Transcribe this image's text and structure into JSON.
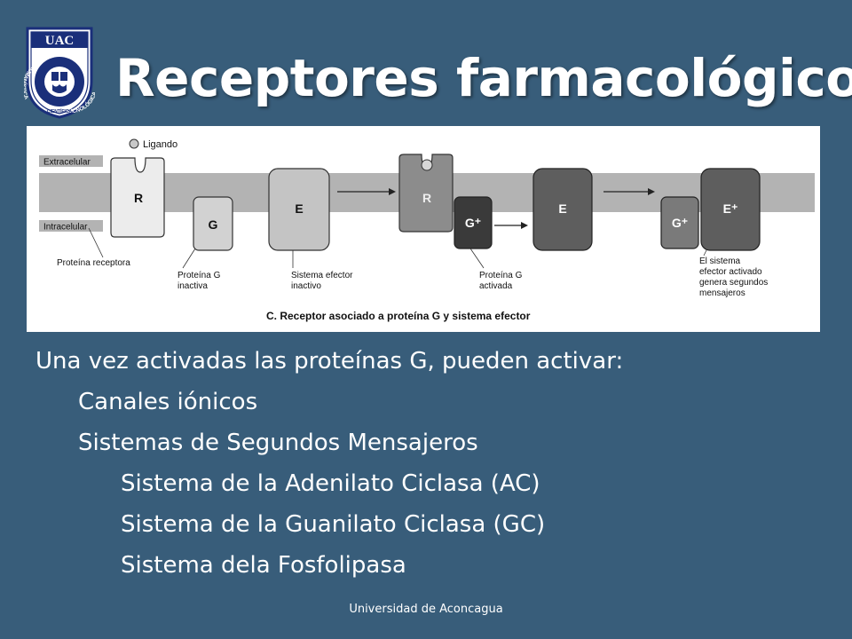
{
  "slide": {
    "title": "Receptores farmacológicos",
    "footer": "Universidad de Aconcagua"
  },
  "logo": {
    "acronym": "UAC",
    "ring_text_left": "HUMANÍSTICA",
    "ring_text_right": "TECNOLÓGICA",
    "ring_text_bottom": "CIENTÍFICA",
    "colors": {
      "primary": "#1a2f7a",
      "background": "#ffffff"
    }
  },
  "figure": {
    "labels": {
      "ligando": "Ligando",
      "extracelular": "Extracelular",
      "intracelular": "Intracelular",
      "proteina_receptora": "Proteína receptora",
      "proteina_g_inactiva_1": "Proteína G",
      "proteina_g_inactiva_2": "inactiva",
      "sistema_efector_inactivo_1": "Sistema efector",
      "sistema_efector_inactivo_2": "inactivo",
      "proteina_g_activada_1": "Proteína G",
      "proteina_g_activada_2": "activada",
      "sistema_activado_1": "El sistema",
      "sistema_activado_2": "efector activado",
      "sistema_activado_3": "genera segundos",
      "sistema_activado_4": "mensajeros",
      "caption": "C. Receptor asociado a proteína G y sistema efector"
    },
    "blocks": {
      "r1": "R",
      "g1": "G",
      "e1": "E",
      "r2": "R",
      "g2": "G⁺",
      "e2": "E",
      "g3": "G⁺",
      "e3": "E⁺"
    },
    "colors": {
      "membrane": "#b3b3b3",
      "receptor_inactive": "#ececec",
      "g_inactive": "#d2d2d2",
      "e_inactive": "#c4c4c4",
      "receptor_active": "#8c8c8c",
      "g_active": "#3a3a3a",
      "e_active": "#5e5e5e"
    }
  },
  "bullets": {
    "l1": "Una vez activadas las proteínas G, pueden activar:",
    "l2": "Canales iónicos",
    "l3": "Sistemas de Segundos Mensajeros",
    "l4": "Sistema de la Adenilato Ciclasa (AC)",
    "l5": "Sistema de la Guanilato Ciclasa (GC)",
    "l6": "Sistema dela Fosfolipasa"
  }
}
